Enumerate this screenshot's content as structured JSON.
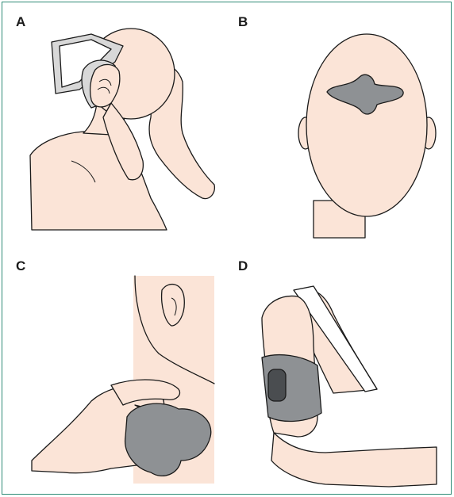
{
  "panels": [
    {
      "id": "A",
      "label": "A"
    },
    {
      "id": "B",
      "label": "B"
    },
    {
      "id": "C",
      "label": "C"
    },
    {
      "id": "D",
      "label": "D"
    }
  ],
  "colors": {
    "border": "#2e8b76",
    "skin": "#fbe4d7",
    "pad": "#8e9194",
    "pad_light": "#d8d8d8",
    "outline": "#1a1a1a"
  }
}
